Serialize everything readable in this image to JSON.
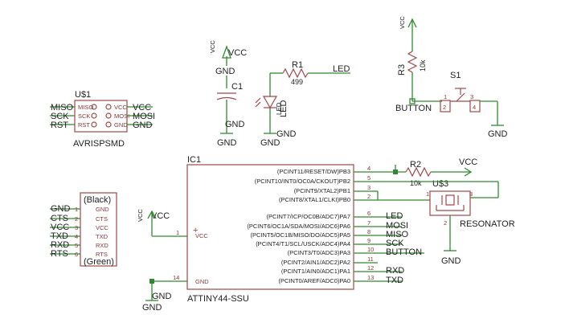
{
  "labels": {
    "vcc": "VCC",
    "gnd": "GND",
    "led": "LED",
    "miso": "MISO",
    "mosi": "MOSI",
    "sck": "SCK",
    "rst": "RST",
    "cts": "CTS",
    "txd": "TXD",
    "rxd": "RXD",
    "rts": "RTS",
    "button": "BUTTON"
  },
  "colors": {
    "wire": "#2f8a2f",
    "symbol": "#a04848",
    "text": "#222222"
  },
  "components": {
    "c1": {
      "name": "C1"
    },
    "r1": {
      "name": "R1",
      "value": "499"
    },
    "led1": {
      "name": "LED"
    },
    "r3": {
      "name": "R3",
      "value": "10k"
    },
    "s1": {
      "name": "S1",
      "pin1": "1",
      "pin2": "2",
      "pin3": "3",
      "pin4": "4"
    },
    "r2": {
      "name": "R2",
      "value": "10k"
    },
    "u3": {
      "name": "U$3",
      "type": "RESONATOR",
      "pin1": "1",
      "pin2": "2",
      "pin3": "3"
    },
    "u1": {
      "name": "U$1",
      "type": "AVRISPSMD",
      "pins_left": [
        "MISO",
        "SCK",
        "RST"
      ],
      "pins_right": [
        "VCC",
        "MOSI",
        "GND"
      ]
    },
    "ftdi": {
      "top": "(Black)",
      "bottom": "(Green)",
      "pins": [
        {
          "num": "1",
          "name": "GND"
        },
        {
          "num": "2",
          "name": "CTS"
        },
        {
          "num": "3",
          "name": "VCC"
        },
        {
          "num": "4",
          "name": "TXD"
        },
        {
          "num": "5",
          "name": "RXD"
        },
        {
          "num": "6",
          "name": "RTS"
        }
      ]
    },
    "ic1": {
      "name": "IC1",
      "part": "ATTINY44-SSU",
      "plus": "+",
      "left_pins": [
        {
          "num": "1",
          "name": "VCC"
        },
        {
          "num": "14",
          "name": "GND"
        }
      ],
      "right_pins": [
        {
          "num": "4",
          "name": "(PCINT11/RESET/DW)PB3"
        },
        {
          "num": "5",
          "name": "(PCINT10/INT0/OC0A/CKOUT)PB2"
        },
        {
          "num": "3",
          "name": "(PCINT9/XTAL2)PB1"
        },
        {
          "num": "2",
          "name": "(PCINT8/XTAL1/CLKI)PB0"
        },
        {
          "num": "6",
          "name": "(PCINT7/ICP/OC0B/ADC7)PA7"
        },
        {
          "num": "7",
          "name": "(PCINT6/OC1A/SDA/MOSI/ADC6)PA6"
        },
        {
          "num": "8",
          "name": "(PCINT5/OC1B/MISO/DO/ADC5)PA5"
        },
        {
          "num": "9",
          "name": "(PCINT4/T1/SCL/USCK/ADC4)PA4"
        },
        {
          "num": "10",
          "name": "(PCINT3/T0/ADC3)PA3"
        },
        {
          "num": "11",
          "name": "(PCINT2/AIN1/ADC2)PA2"
        },
        {
          "num": "12",
          "name": "(PCINT1/AIN0/ADC1)PA1"
        },
        {
          "num": "13",
          "name": "(PCINT0/AREF/ADC0)PA0"
        }
      ]
    }
  }
}
